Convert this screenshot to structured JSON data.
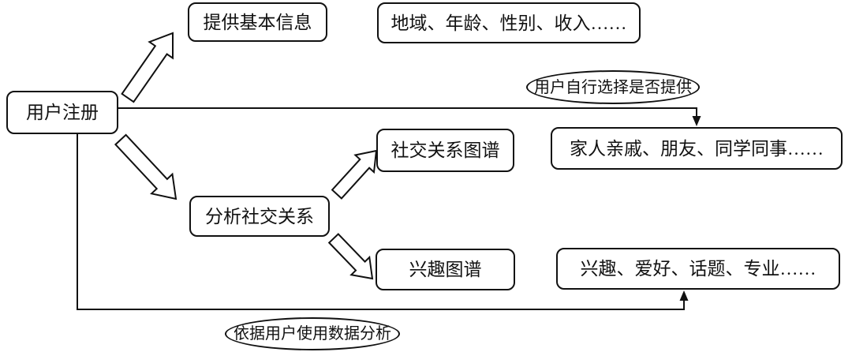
{
  "nodes": {
    "user_register": "用户注册",
    "provide_basic_info": "提供基本信息",
    "basic_info_detail": "地域、年龄、性别、收入……",
    "social_graph": "社交关系图谱",
    "social_detail": "家人亲戚、朋友、同学同事……",
    "analyze_social": "分析社交关系",
    "interest_graph": "兴趣图谱",
    "interest_detail": "兴趣、爱好、话题、专业……"
  },
  "annotations": {
    "optional_provide": "用户自行选择是否提供",
    "usage_analysis": "依据用户使用数据分析"
  },
  "colors": {
    "stroke": "#111111",
    "fill": "#ffffff",
    "text": "#111111"
  }
}
